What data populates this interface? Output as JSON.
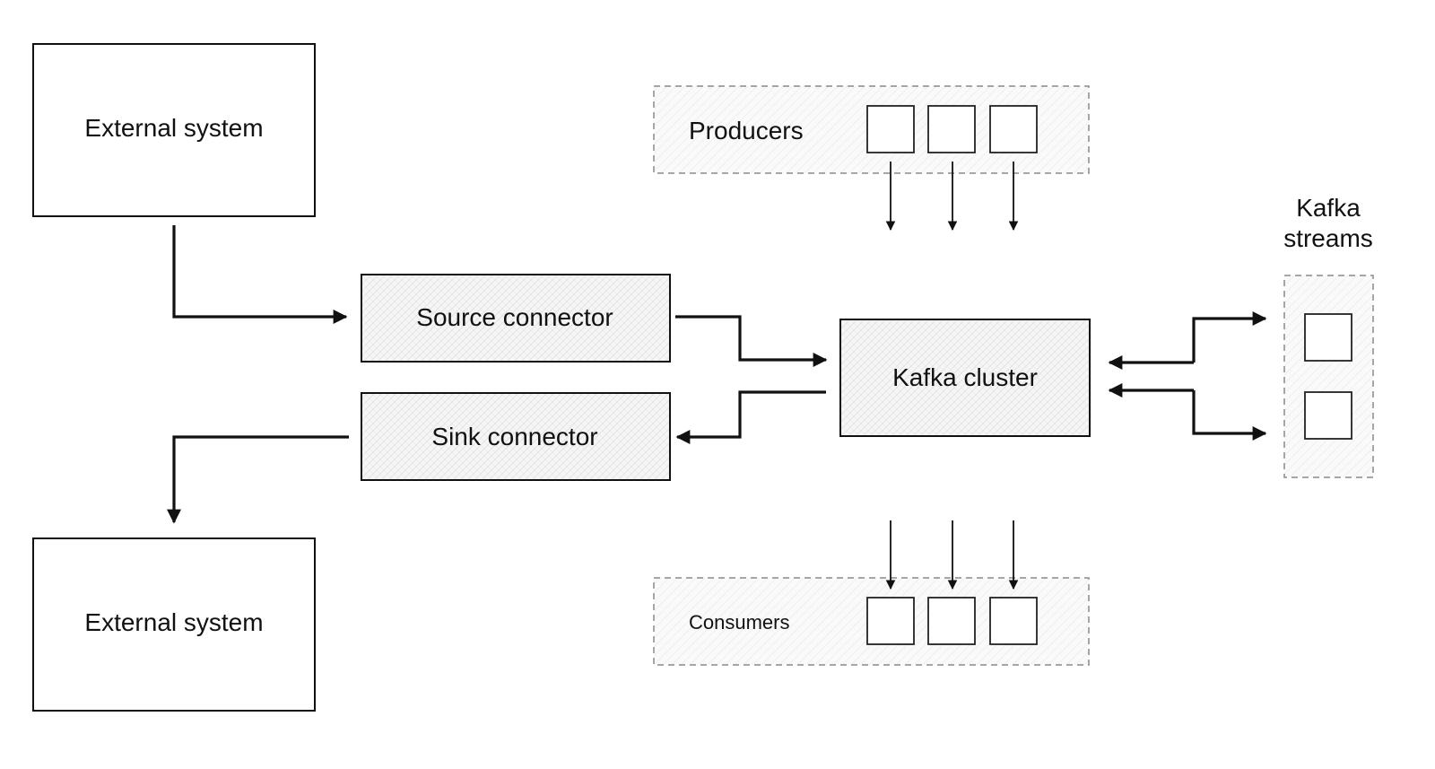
{
  "nodes": {
    "external_top": "External system",
    "external_bottom": "External system",
    "source_connector": "Source connector",
    "sink_connector": "Sink connector",
    "kafka_cluster": "Kafka cluster",
    "producers": "Producers",
    "consumers": "Consumers",
    "kafka_streams_line1": "Kafka",
    "kafka_streams_line2": "streams"
  },
  "colors": {
    "stroke": "#111111",
    "dashed_border": "#8a8a8a",
    "hatch": "#e3e3e3"
  }
}
